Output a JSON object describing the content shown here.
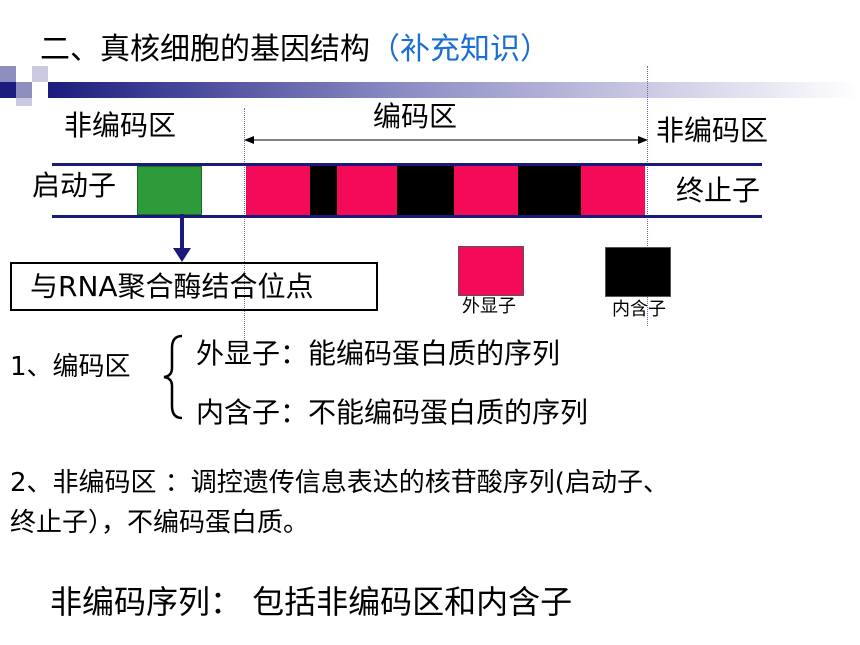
{
  "title": {
    "main": "二、真核细胞的基因结构",
    "supplement": "（补充知识）"
  },
  "regions": {
    "left_noncoding": "非编码区",
    "coding": "编码区",
    "right_noncoding": "非编码区"
  },
  "gene": {
    "promoter": "启动子",
    "terminator": "终止子",
    "promoter_note": "与RNA聚合酶结合位点",
    "segments": [
      "exon",
      "intron",
      "exon",
      "intron",
      "exon",
      "intron",
      "exon"
    ]
  },
  "legend": {
    "exon": "外显子",
    "intron": "内含子"
  },
  "colors": {
    "exon": "#f50a5a",
    "intron": "#000000",
    "promoter": "#2f9a3a",
    "bar": "#1a1a7a",
    "supplement": "#1a6fd6"
  },
  "notes": {
    "item1_label": "1、编码区",
    "item1_exon": "外显子：能编码蛋白质的序列",
    "item1_intron": "内含子：不能编码蛋白质的序列",
    "item2_line1": "2、非编码区 ：调控遗传信息表达的核苷酸序列(启动子、",
    "item2_line2": "终止子），不编码蛋白质。",
    "summary": "非编码序列： 包括非编码区和内含子"
  }
}
